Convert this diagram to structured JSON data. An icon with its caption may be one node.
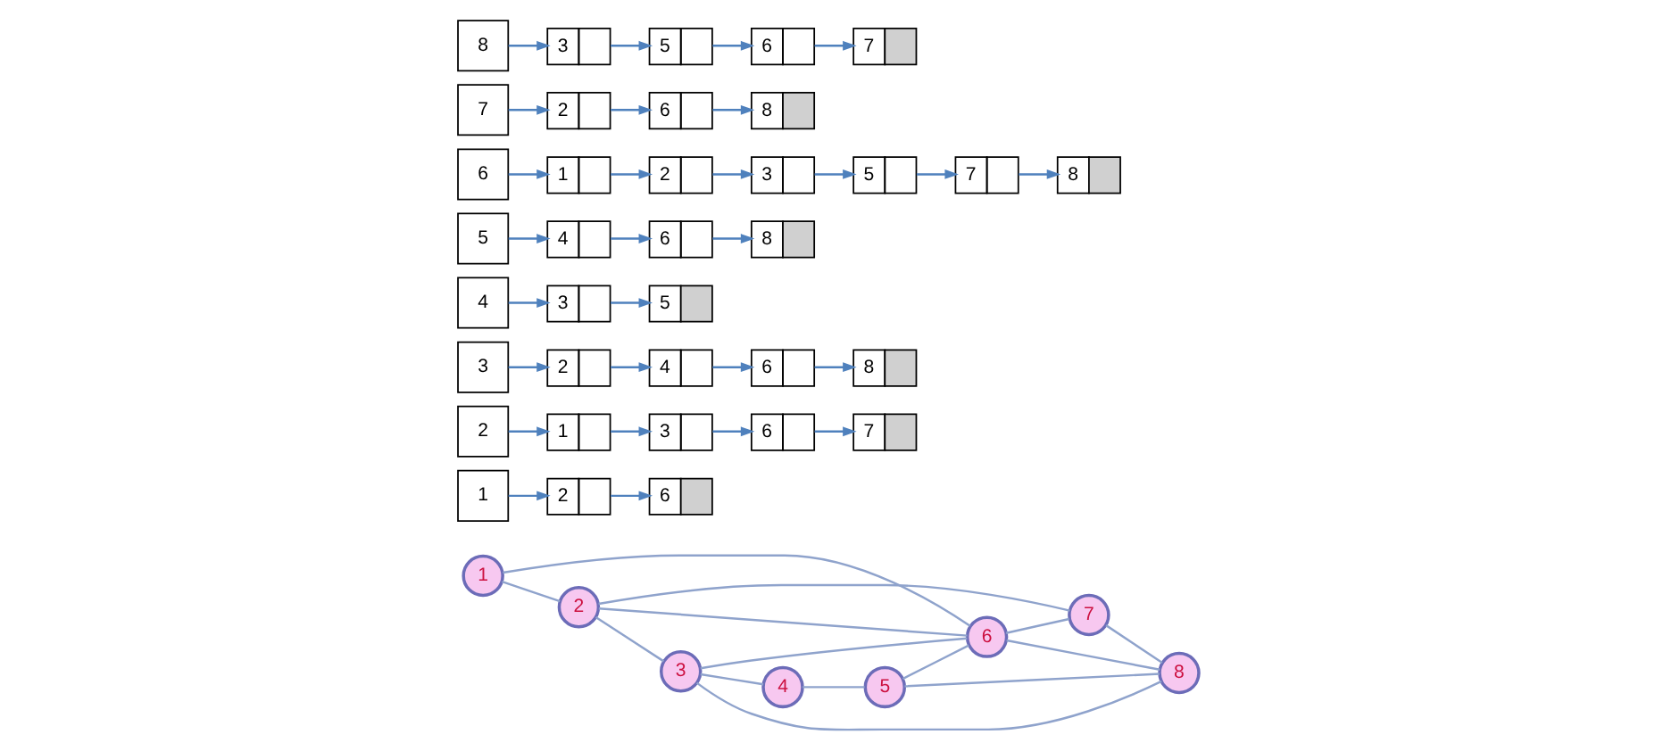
{
  "diagram": {
    "nodes": [
      {
        "text": [
          "1"
        ]
      },
      {
        "text": [
          "2"
        ]
      },
      {
        "text": [
          "3"
        ]
      },
      {
        "text": [
          "4"
        ]
      },
      {
        "text": [
          "5"
        ]
      },
      {
        "text": [
          "6"
        ]
      },
      {
        "text": [
          "7"
        ]
      },
      {
        "text": [
          "8"
        ]
      },
      {
        "text": [
          "1"
        ]
      },
      {
        "text": [
          "2"
        ]
      },
      {
        "text": [
          "6"
        ]
      },
      {
        "text": [
          "2"
        ]
      },
      {
        "text": [
          "1"
        ]
      },
      {
        "text": [
          "3"
        ]
      },
      {
        "text": [
          "6"
        ]
      },
      {
        "text": [
          "7"
        ]
      },
      {
        "text": [
          "3"
        ]
      },
      {
        "text": [
          "2"
        ]
      },
      {
        "text": [
          "4"
        ]
      },
      {
        "text": [
          "6"
        ]
      },
      {
        "text": [
          "8"
        ]
      },
      {
        "text": [
          "4"
        ]
      },
      {
        "text": [
          "3"
        ]
      },
      {
        "text": [
          "5"
        ]
      },
      {
        "text": [
          "5"
        ]
      },
      {
        "text": [
          "4"
        ]
      },
      {
        "text": [
          "6"
        ]
      },
      {
        "text": [
          "8"
        ]
      },
      {
        "text": [
          "6"
        ]
      },
      {
        "text": [
          "1"
        ]
      },
      {
        "text": [
          "2"
        ]
      },
      {
        "text": [
          "3"
        ]
      },
      {
        "text": [
          "5"
        ]
      },
      {
        "text": [
          "7"
        ]
      },
      {
        "text": [
          "8"
        ]
      },
      {
        "text": [
          "7"
        ]
      },
      {
        "text": [
          "2"
        ]
      },
      {
        "text": [
          "6"
        ]
      },
      {
        "text": [
          "8"
        ]
      },
      {
        "text": [
          "8"
        ]
      },
      {
        "text": [
          "3"
        ]
      },
      {
        "text": [
          "5"
        ]
      },
      {
        "text": [
          "6"
        ]
      },
      {
        "text": [
          "7"
        ]
      }
    ],
    "edges": [
      {
        "from": 0,
        "to": 1,
        "arrow": "none"
      },
      {
        "from": 0,
        "to": 5,
        "arrow": "none"
      },
      {
        "from": 1,
        "to": 2,
        "arrow": "none"
      },
      {
        "from": 1,
        "to": 5,
        "arrow": "none"
      },
      {
        "from": 1,
        "to": 6,
        "arrow": "none"
      },
      {
        "from": 2,
        "to": 3,
        "arrow": "none"
      },
      {
        "from": 2,
        "to": 5,
        "arrow": "none"
      },
      {
        "from": 2,
        "to": 7,
        "arrow": "none"
      },
      {
        "from": 3,
        "to": 4,
        "arrow": "none"
      },
      {
        "from": 4,
        "to": 5,
        "arrow": "none"
      },
      {
        "from": 4,
        "to": 7,
        "arrow": "none"
      },
      {
        "from": 5,
        "to": 6,
        "arrow": "none"
      },
      {
        "from": 5,
        "to": 7,
        "arrow": "none"
      },
      {
        "from": 6,
        "to": 7,
        "arrow": "none"
      },
      {
        "from": 8,
        "to": 9,
        "arrow": "to"
      },
      {
        "from": 9,
        "to": 10,
        "arrow": "to"
      },
      {
        "from": 11,
        "to": 12,
        "arrow": "to"
      },
      {
        "from": 12,
        "to": 13,
        "arrow": "to"
      },
      {
        "from": 13,
        "to": 14,
        "arrow": "to"
      },
      {
        "from": 14,
        "to": 15,
        "arrow": "to"
      },
      {
        "from": 16,
        "to": 17,
        "arrow": "to"
      },
      {
        "from": 17,
        "to": 18,
        "arrow": "to"
      },
      {
        "from": 18,
        "to": 19,
        "arrow": "to"
      },
      {
        "from": 19,
        "to": 20,
        "arrow": "to"
      },
      {
        "from": 21,
        "to": 22,
        "arrow": "to"
      },
      {
        "from": 22,
        "to": 23,
        "arrow": "to"
      },
      {
        "from": 24,
        "to": 25,
        "arrow": "to"
      },
      {
        "from": 25,
        "to": 26,
        "arrow": "to"
      },
      {
        "from": 26,
        "to": 27,
        "arrow": "to"
      },
      {
        "from": 28,
        "to": 29,
        "arrow": "to"
      },
      {
        "from": 29,
        "to": 30,
        "arrow": "to"
      },
      {
        "from": 30,
        "to": 31,
        "arrow": "to"
      },
      {
        "from": 31,
        "to": 32,
        "arrow": "to"
      },
      {
        "from": 32,
        "to": 33,
        "arrow": "to"
      },
      {
        "from": 33,
        "to": 34,
        "arrow": "to"
      },
      {
        "from": 35,
        "to": 36,
        "arrow": "to"
      },
      {
        "from": 36,
        "to": 37,
        "arrow": "to"
      },
      {
        "from": 37,
        "to": 38,
        "arrow": "to"
      },
      {
        "from": 39,
        "to": 40,
        "arrow": "to"
      },
      {
        "from": 40,
        "to": 41,
        "arrow": "to"
      },
      {
        "from": 41,
        "to": 42,
        "arrow": "to"
      },
      {
        "from": 42,
        "to": 43,
        "arrow": "to"
      }
    ]
  }
}
